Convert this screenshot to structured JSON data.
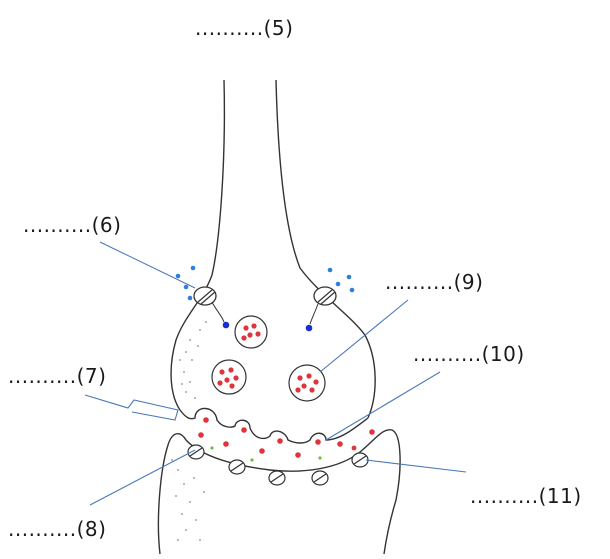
{
  "labels": {
    "five": "..........(5)",
    "six": "..........(6)",
    "seven": "..........(7)",
    "eight": "..........(8)",
    "nine": "..........(9)",
    "ten": "..........(10)",
    "eleven": "..........(11)"
  },
  "colors": {
    "outline": "#333333",
    "leader_line": "#4a78b8",
    "neurotransmitter": "#e0343c",
    "ion": "#2f7fd8",
    "channel_blocker": "#1a2fd0",
    "enzyme": "#6cbf3a",
    "stipple": "#888888"
  }
}
